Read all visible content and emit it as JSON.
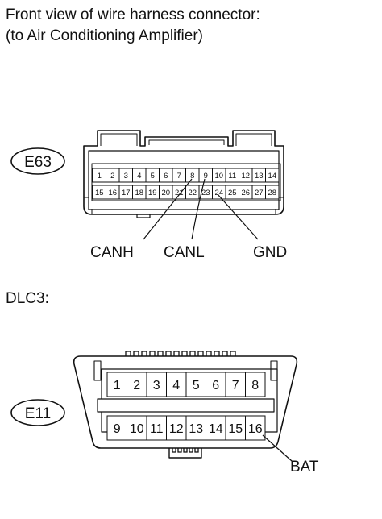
{
  "header": {
    "line1": "Front view of wire harness connector:",
    "line2": "(to Air Conditioning Amplifier)"
  },
  "e63": {
    "label": "E63",
    "pins_top": [
      "1",
      "2",
      "3",
      "4",
      "5",
      "6",
      "7",
      "8",
      "9",
      "10",
      "11",
      "12",
      "13",
      "14"
    ],
    "pins_bottom": [
      "15",
      "16",
      "17",
      "18",
      "19",
      "20",
      "21",
      "22",
      "23",
      "24",
      "25",
      "26",
      "27",
      "28"
    ],
    "callouts": [
      {
        "text": "CANH",
        "pin": "8"
      },
      {
        "text": "CANL",
        "pin": "9"
      },
      {
        "text": "GND",
        "pin": "24"
      }
    ]
  },
  "dlc3": {
    "title": "DLC3:",
    "label": "E11",
    "pins_top": [
      "1",
      "2",
      "3",
      "4",
      "5",
      "6",
      "7",
      "8"
    ],
    "pins_bottom": [
      "9",
      "10",
      "11",
      "12",
      "13",
      "14",
      "15",
      "16"
    ],
    "callouts": [
      {
        "text": "BAT",
        "pin": "16"
      }
    ]
  }
}
